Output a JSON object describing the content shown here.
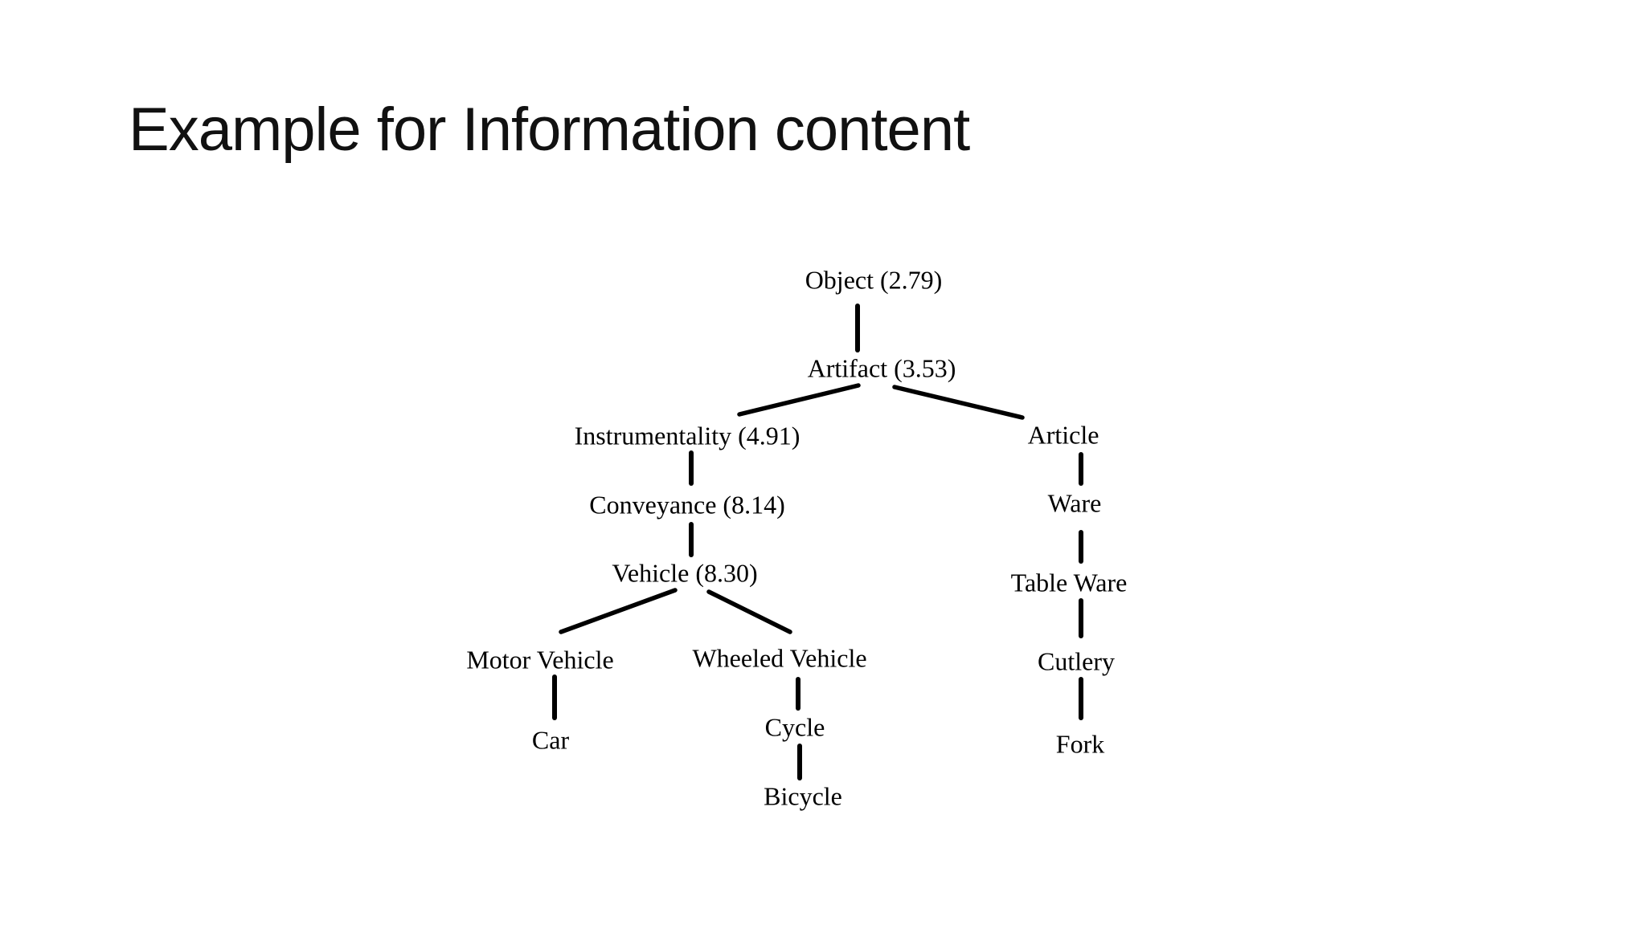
{
  "slide": {
    "title": "Example for Information content"
  },
  "colors": {
    "background": "#ffffff",
    "text": "#000000",
    "lines": "#000000"
  },
  "tree": {
    "description": "WordNet-style taxonomy tree with information content values in parentheses",
    "nodes": [
      {
        "name": "Object",
        "ic": "2.79",
        "label": "Object (2.79)"
      },
      {
        "name": "Artifact",
        "ic": "3.53",
        "label": "Artifact (3.53)"
      },
      {
        "name": "Instrumentality",
        "ic": "4.91",
        "label": "Instrumentality (4.91)"
      },
      {
        "name": "Article",
        "label": "Article"
      },
      {
        "name": "Conveyance",
        "ic": "8.14",
        "label": "Conveyance (8.14)"
      },
      {
        "name": "Ware",
        "label": "Ware"
      },
      {
        "name": "Vehicle",
        "ic": "8.30",
        "label": "Vehicle (8.30)"
      },
      {
        "name": "Table Ware",
        "label": "Table Ware"
      },
      {
        "name": "Motor Vehicle",
        "label": "Motor Vehicle"
      },
      {
        "name": "Wheeled Vehicle",
        "label": "Wheeled Vehicle"
      },
      {
        "name": "Cutlery",
        "label": "Cutlery"
      },
      {
        "name": "Car",
        "label": "Car"
      },
      {
        "name": "Cycle",
        "label": "Cycle"
      },
      {
        "name": "Fork",
        "label": "Fork"
      },
      {
        "name": "Bicycle",
        "label": "Bicycle"
      }
    ],
    "edges": [
      {
        "from": "Object",
        "to": "Artifact"
      },
      {
        "from": "Artifact",
        "to": "Instrumentality"
      },
      {
        "from": "Artifact",
        "to": "Article"
      },
      {
        "from": "Instrumentality",
        "to": "Conveyance"
      },
      {
        "from": "Conveyance",
        "to": "Vehicle"
      },
      {
        "from": "Vehicle",
        "to": "Motor Vehicle"
      },
      {
        "from": "Vehicle",
        "to": "Wheeled Vehicle"
      },
      {
        "from": "Motor Vehicle",
        "to": "Car"
      },
      {
        "from": "Wheeled Vehicle",
        "to": "Cycle"
      },
      {
        "from": "Cycle",
        "to": "Bicycle"
      },
      {
        "from": "Article",
        "to": "Ware"
      },
      {
        "from": "Ware",
        "to": "Table Ware"
      },
      {
        "from": "Table Ware",
        "to": "Cutlery"
      },
      {
        "from": "Cutlery",
        "to": "Fork"
      }
    ]
  }
}
